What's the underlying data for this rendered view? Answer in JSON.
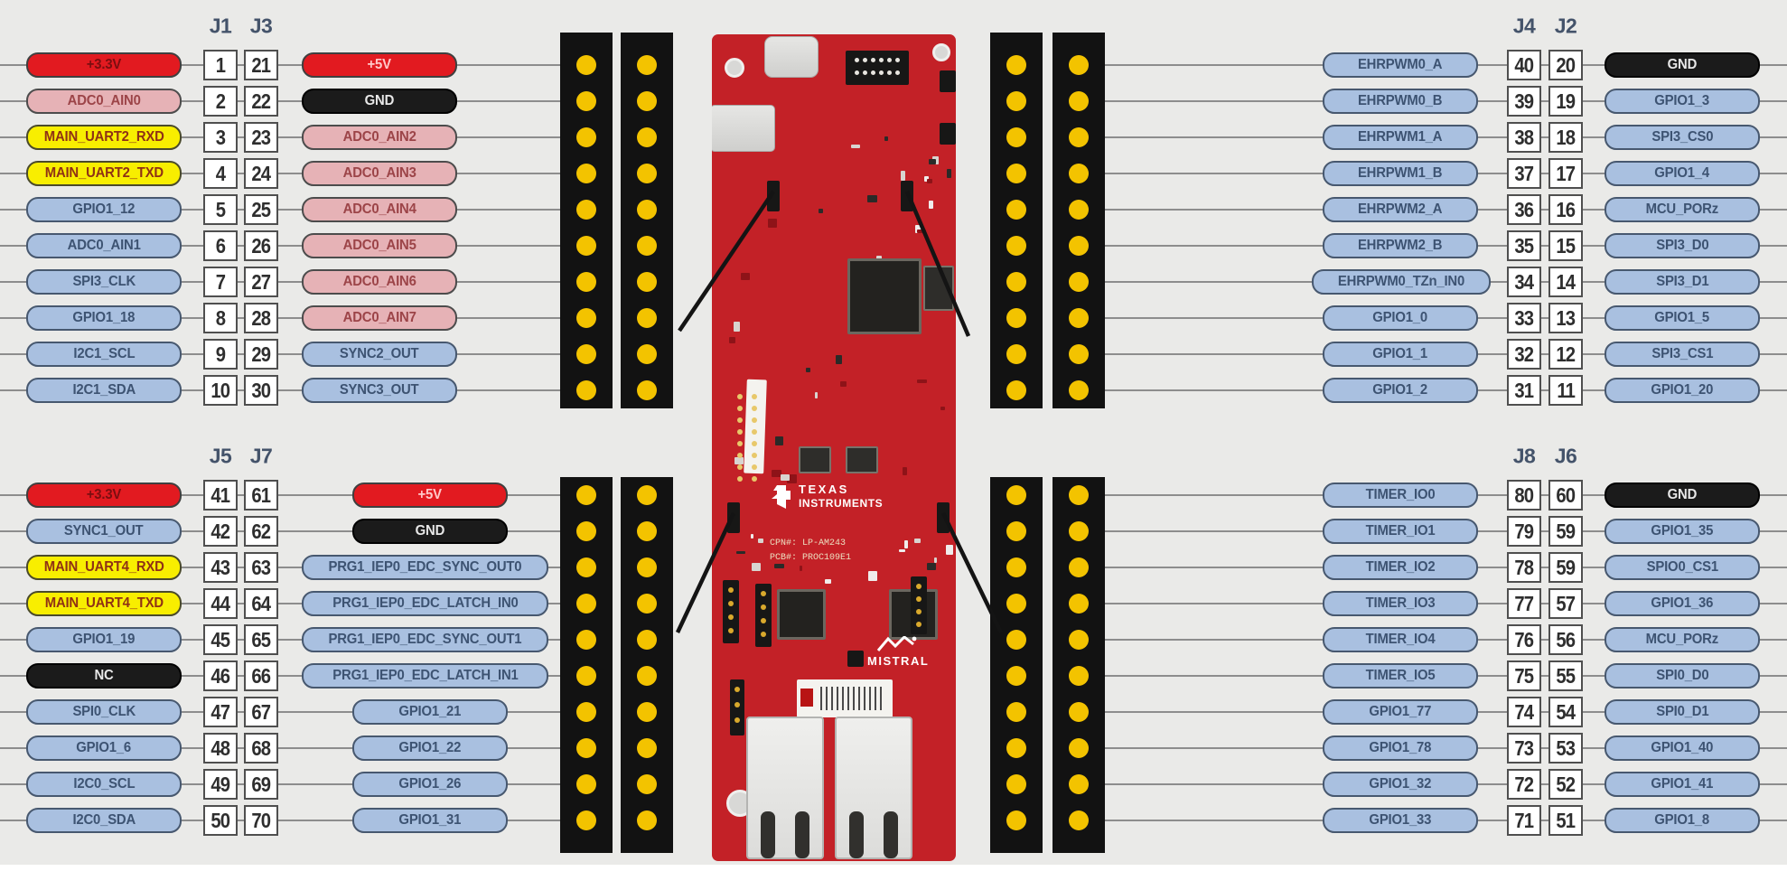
{
  "colors": {
    "bg": "#eaeae8",
    "line": "#8d8d8d",
    "strip": "#121212",
    "dot": "#f3c300",
    "board": "#c32127",
    "red": "#e21a20",
    "red_text_dark": "#7a0e10",
    "red_text_light": "#ffc9c9",
    "pink": "#e6b2b6",
    "pink_text": "#9c4448",
    "yellow": "#f8ee00",
    "yellow_text": "#8f3115",
    "blue": "#a9c0e0",
    "blue_text": "#3d5372",
    "blue_border": "#47586f",
    "black": "#1b1b1b",
    "black_text": "#e8e8e8",
    "header_text": "#44536a",
    "number_text": "#2e2e2e",
    "box_border": "#4f4f4f",
    "badge_border": "#4c4c4c"
  },
  "connectors": {
    "top_left": {
      "headers": [
        "J1",
        "J3"
      ],
      "rows": [
        {
          "outer": {
            "label": "+3.3V",
            "type": "red_dark"
          },
          "n1": "1",
          "n2": "21",
          "inner": {
            "label": "+5V",
            "type": "red"
          }
        },
        {
          "outer": {
            "label": "ADC0_AIN0",
            "type": "pink"
          },
          "n1": "2",
          "n2": "22",
          "inner": {
            "label": "GND",
            "type": "black"
          }
        },
        {
          "outer": {
            "label": "MAIN_UART2_RXD",
            "type": "yellow"
          },
          "n1": "3",
          "n2": "23",
          "inner": {
            "label": "ADC0_AIN2",
            "type": "pink"
          }
        },
        {
          "outer": {
            "label": "MAIN_UART2_TXD",
            "type": "yellow"
          },
          "n1": "4",
          "n2": "24",
          "inner": {
            "label": "ADC0_AIN3",
            "type": "pink"
          }
        },
        {
          "outer": {
            "label": "GPIO1_12",
            "type": "blue"
          },
          "n1": "5",
          "n2": "25",
          "inner": {
            "label": "ADC0_AIN4",
            "type": "pink"
          }
        },
        {
          "outer": {
            "label": "ADC0_AIN1",
            "type": "blue"
          },
          "n1": "6",
          "n2": "26",
          "inner": {
            "label": "ADC0_AIN5",
            "type": "pink"
          }
        },
        {
          "outer": {
            "label": "SPI3_CLK",
            "type": "blue"
          },
          "n1": "7",
          "n2": "27",
          "inner": {
            "label": "ADC0_AIN6",
            "type": "pink"
          }
        },
        {
          "outer": {
            "label": "GPIO1_18",
            "type": "blue"
          },
          "n1": "8",
          "n2": "28",
          "inner": {
            "label": "ADC0_AIN7",
            "type": "pink"
          }
        },
        {
          "outer": {
            "label": "I2C1_SCL",
            "type": "blue"
          },
          "n1": "9",
          "n2": "29",
          "inner": {
            "label": "SYNC2_OUT",
            "type": "blue"
          }
        },
        {
          "outer": {
            "label": "I2C1_SDA",
            "type": "blue"
          },
          "n1": "10",
          "n2": "30",
          "inner": {
            "label": "SYNC3_OUT",
            "type": "blue"
          }
        }
      ]
    },
    "bottom_left": {
      "headers": [
        "J5",
        "J7"
      ],
      "rows": [
        {
          "outer": {
            "label": "+3.3V",
            "type": "red_dark"
          },
          "n1": "41",
          "n2": "61",
          "inner": {
            "label": "+5V",
            "type": "red"
          }
        },
        {
          "outer": {
            "label": "SYNC1_OUT",
            "type": "blue"
          },
          "n1": "42",
          "n2": "62",
          "inner": {
            "label": "GND",
            "type": "black"
          }
        },
        {
          "outer": {
            "label": "MAIN_UART4_RXD",
            "type": "yellow"
          },
          "n1": "43",
          "n2": "63",
          "inner": {
            "label": "PRG1_IEP0_EDC_SYNC_OUT0",
            "type": "blue",
            "wide": true
          }
        },
        {
          "outer": {
            "label": "MAIN_UART4_TXD",
            "type": "yellow"
          },
          "n1": "44",
          "n2": "64",
          "inner": {
            "label": "PRG1_IEP0_EDC_LATCH_IN0",
            "type": "blue",
            "wide": true
          }
        },
        {
          "outer": {
            "label": "GPIO1_19",
            "type": "blue"
          },
          "n1": "45",
          "n2": "65",
          "inner": {
            "label": "PRG1_IEP0_EDC_SYNC_OUT1",
            "type": "blue",
            "wide": true
          }
        },
        {
          "outer": {
            "label": "NC",
            "type": "black"
          },
          "n1": "46",
          "n2": "66",
          "inner": {
            "label": "PRG1_IEP0_EDC_LATCH_IN1",
            "type": "blue",
            "wide": true
          }
        },
        {
          "outer": {
            "label": "SPI0_CLK",
            "type": "blue"
          },
          "n1": "47",
          "n2": "67",
          "inner": {
            "label": "GPIO1_21",
            "type": "blue"
          }
        },
        {
          "outer": {
            "label": "GPIO1_6",
            "type": "blue"
          },
          "n1": "48",
          "n2": "68",
          "inner": {
            "label": "GPIO1_22",
            "type": "blue"
          }
        },
        {
          "outer": {
            "label": "I2C0_SCL",
            "type": "blue"
          },
          "n1": "49",
          "n2": "69",
          "inner": {
            "label": "GPIO1_26",
            "type": "blue"
          }
        },
        {
          "outer": {
            "label": "I2C0_SDA",
            "type": "blue"
          },
          "n1": "50",
          "n2": "70",
          "inner": {
            "label": "GPIO1_31",
            "type": "blue"
          }
        }
      ]
    },
    "top_right": {
      "headers": [
        "J4",
        "J2"
      ],
      "rows": [
        {
          "inner": {
            "label": "EHRPWM0_A",
            "type": "blue"
          },
          "n1": "40",
          "n2": "20",
          "outer": {
            "label": "GND",
            "type": "black"
          }
        },
        {
          "inner": {
            "label": "EHRPWM0_B",
            "type": "blue"
          },
          "n1": "39",
          "n2": "19",
          "outer": {
            "label": "GPIO1_3",
            "type": "blue"
          }
        },
        {
          "inner": {
            "label": "EHRPWM1_A",
            "type": "blue"
          },
          "n1": "38",
          "n2": "18",
          "outer": {
            "label": "SPI3_CS0",
            "type": "blue"
          }
        },
        {
          "inner": {
            "label": "EHRPWM1_B",
            "type": "blue"
          },
          "n1": "37",
          "n2": "17",
          "outer": {
            "label": "GPIO1_4",
            "type": "blue"
          }
        },
        {
          "inner": {
            "label": "EHRPWM2_A",
            "type": "blue"
          },
          "n1": "36",
          "n2": "16",
          "outer": {
            "label": "MCU_PORz",
            "type": "blue"
          }
        },
        {
          "inner": {
            "label": "EHRPWM2_B",
            "type": "blue"
          },
          "n1": "35",
          "n2": "15",
          "outer": {
            "label": "SPI3_D0",
            "type": "blue"
          }
        },
        {
          "inner": {
            "label": "EHRPWM0_TZn_IN0",
            "type": "blue",
            "wide": true
          },
          "n1": "34",
          "n2": "14",
          "outer": {
            "label": "SPI3_D1",
            "type": "blue"
          }
        },
        {
          "inner": {
            "label": "GPIO1_0",
            "type": "blue"
          },
          "n1": "33",
          "n2": "13",
          "outer": {
            "label": "GPIO1_5",
            "type": "blue"
          }
        },
        {
          "inner": {
            "label": "GPIO1_1",
            "type": "blue"
          },
          "n1": "32",
          "n2": "12",
          "outer": {
            "label": "SPI3_CS1",
            "type": "blue"
          }
        },
        {
          "inner": {
            "label": "GPIO1_2",
            "type": "blue"
          },
          "n1": "31",
          "n2": "11",
          "outer": {
            "label": "GPIO1_20",
            "type": "blue"
          }
        }
      ]
    },
    "bottom_right": {
      "headers": [
        "J8",
        "J6"
      ],
      "rows": [
        {
          "inner": {
            "label": "TIMER_IO0",
            "type": "blue"
          },
          "n1": "80",
          "n2": "60",
          "outer": {
            "label": "GND",
            "type": "black"
          }
        },
        {
          "inner": {
            "label": "TIMER_IO1",
            "type": "blue"
          },
          "n1": "79",
          "n2": "59",
          "outer": {
            "label": "GPIO1_35",
            "type": "blue"
          }
        },
        {
          "inner": {
            "label": "TIMER_IO2",
            "type": "blue"
          },
          "n1": "78",
          "n2": "59",
          "outer": {
            "label": "SPIO0_CS1",
            "type": "blue"
          }
        },
        {
          "inner": {
            "label": "TIMER_IO3",
            "type": "blue"
          },
          "n1": "77",
          "n2": "57",
          "outer": {
            "label": "GPIO1_36",
            "type": "blue"
          }
        },
        {
          "inner": {
            "label": "TIMER_IO4",
            "type": "blue"
          },
          "n1": "76",
          "n2": "56",
          "outer": {
            "label": "MCU_PORz",
            "type": "blue"
          }
        },
        {
          "inner": {
            "label": "TIMER_IO5",
            "type": "blue"
          },
          "n1": "75",
          "n2": "55",
          "outer": {
            "label": "SPI0_D0",
            "type": "blue"
          }
        },
        {
          "inner": {
            "label": "GPIO1_77",
            "type": "blue"
          },
          "n1": "74",
          "n2": "54",
          "outer": {
            "label": "SPI0_D1",
            "type": "blue"
          }
        },
        {
          "inner": {
            "label": "GPIO1_78",
            "type": "blue"
          },
          "n1": "73",
          "n2": "53",
          "outer": {
            "label": "GPIO1_40",
            "type": "blue"
          }
        },
        {
          "inner": {
            "label": "GPIO1_32",
            "type": "blue"
          },
          "n1": "72",
          "n2": "52",
          "outer": {
            "label": "GPIO1_41",
            "type": "blue"
          }
        },
        {
          "inner": {
            "label": "GPIO1_33",
            "type": "blue"
          },
          "n1": "71",
          "n2": "51",
          "outer": {
            "label": "GPIO1_8",
            "type": "blue"
          }
        }
      ]
    }
  },
  "board": {
    "logo_line1": "TEXAS",
    "logo_line2": "INSTRUMENTS",
    "cpn_label": "CPN#: LP-AM243",
    "pcb_label": "PCB#: PROC109E1",
    "vendor_logo": "MISTRAL"
  }
}
